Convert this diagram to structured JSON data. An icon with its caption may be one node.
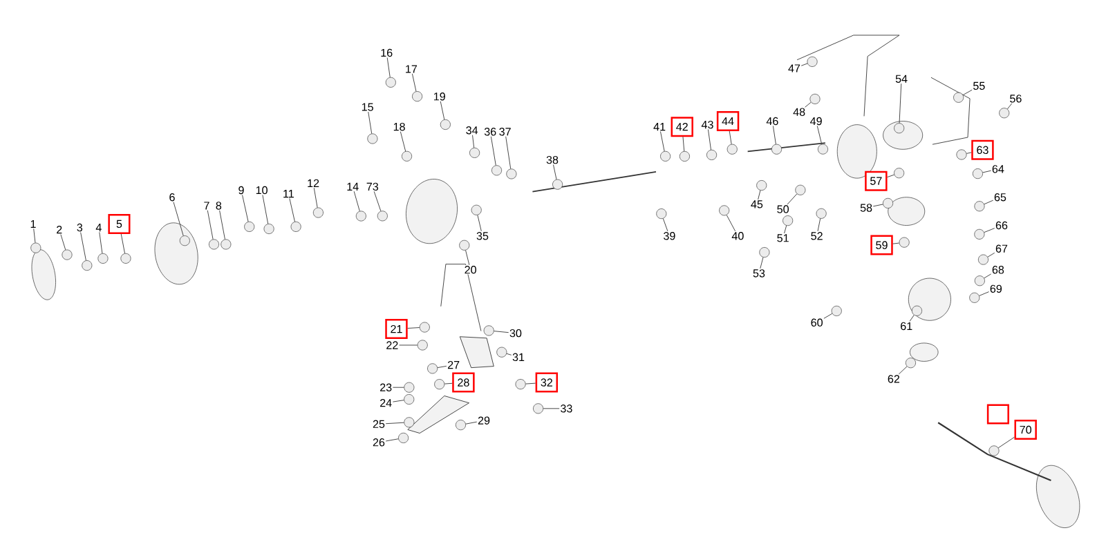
{
  "diagram": {
    "nodes": [
      {
        "text": [
          "1"
        ]
      },
      {
        "text": [
          "2"
        ]
      },
      {
        "text": [
          "3"
        ]
      },
      {
        "text": [
          "4"
        ]
      },
      {
        "text": [
          "5"
        ]
      },
      {
        "text": [
          "6"
        ]
      },
      {
        "text": [
          "7"
        ]
      },
      {
        "text": [
          "8"
        ]
      },
      {
        "text": [
          "9"
        ]
      },
      {
        "text": [
          "10"
        ]
      },
      {
        "text": [
          "11"
        ]
      },
      {
        "text": [
          "12"
        ]
      },
      {
        "text": [
          "14"
        ]
      },
      {
        "text": [
          "73"
        ]
      },
      {
        "text": [
          "15"
        ]
      },
      {
        "text": [
          "16"
        ]
      },
      {
        "text": [
          "17"
        ]
      },
      {
        "text": [
          "18"
        ]
      },
      {
        "text": [
          "19"
        ]
      },
      {
        "text": [
          "34"
        ]
      },
      {
        "text": [
          "36"
        ]
      },
      {
        "text": [
          "37"
        ]
      },
      {
        "text": [
          "38"
        ]
      },
      {
        "text": [
          "35"
        ]
      },
      {
        "text": [
          "20"
        ]
      },
      {
        "text": [
          "41"
        ]
      },
      {
        "text": [
          "42"
        ]
      },
      {
        "text": [
          "43"
        ]
      },
      {
        "text": [
          "44"
        ]
      },
      {
        "text": [
          "46"
        ]
      },
      {
        "text": [
          "47"
        ]
      },
      {
        "text": [
          "48"
        ]
      },
      {
        "text": [
          "49"
        ]
      },
      {
        "text": [
          "54"
        ]
      },
      {
        "text": [
          "55"
        ]
      },
      {
        "text": [
          "56"
        ]
      },
      {
        "text": [
          "63"
        ]
      },
      {
        "text": [
          "64"
        ]
      },
      {
        "text": [
          "57"
        ]
      },
      {
        "text": [
          "58"
        ]
      },
      {
        "text": [
          "59"
        ]
      },
      {
        "text": [
          "65"
        ]
      },
      {
        "text": [
          "66"
        ]
      },
      {
        "text": [
          "67"
        ]
      },
      {
        "text": [
          "68"
        ]
      },
      {
        "text": [
          "69"
        ]
      },
      {
        "text": [
          "45"
        ]
      },
      {
        "text": [
          "50"
        ]
      },
      {
        "text": [
          "51"
        ]
      },
      {
        "text": [
          "52"
        ]
      },
      {
        "text": [
          "53"
        ]
      },
      {
        "text": [
          "39"
        ]
      },
      {
        "text": [
          "40"
        ]
      },
      {
        "text": [
          "60"
        ]
      },
      {
        "text": [
          "61"
        ]
      },
      {
        "text": [
          "62"
        ]
      },
      {
        "text": [
          "70"
        ]
      },
      {
        "text": [
          "21"
        ]
      },
      {
        "text": [
          "22"
        ]
      },
      {
        "text": [
          "23"
        ]
      },
      {
        "text": [
          "24"
        ]
      },
      {
        "text": [
          "25"
        ]
      },
      {
        "text": [
          "26"
        ]
      },
      {
        "text": [
          "27"
        ]
      },
      {
        "text": [
          "28"
        ]
      },
      {
        "text": [
          "29"
        ]
      },
      {
        "text": [
          "30"
        ]
      },
      {
        "text": [
          "31"
        ]
      },
      {
        "text": [
          "32"
        ]
      },
      {
        "text": [
          "33"
        ]
      },
      {
        "text": [],
        "shape": "box"
      },
      {
        "text": [],
        "shape": "circle"
      },
      {
        "text": [],
        "shape": "circle"
      },
      {
        "text": [],
        "shape": "circle"
      },
      {
        "text": [],
        "shape": "circle"
      },
      {
        "text": [],
        "shape": "circle"
      },
      {
        "text": [],
        "shape": "circle"
      },
      {
        "text": [],
        "shape": "circle"
      },
      {
        "text": [],
        "shape": "circle"
      },
      {
        "text": [],
        "shape": "circle"
      },
      {
        "text": [],
        "shape": "circle"
      },
      {
        "text": [],
        "shape": "circle"
      },
      {
        "text": [],
        "shape": "circle"
      },
      {
        "text": [],
        "shape": "circle"
      },
      {
        "text": [],
        "shape": "circle"
      },
      {
        "text": [],
        "shape": "circle"
      },
      {
        "text": [],
        "shape": "circle"
      },
      {
        "text": [],
        "shape": "circle"
      },
      {
        "text": [],
        "shape": "circle"
      },
      {
        "text": [],
        "shape": "circle"
      },
      {
        "text": [],
        "shape": "circle"
      },
      {
        "text": [],
        "shape": "circle"
      },
      {
        "text": [],
        "shape": "circle"
      },
      {
        "text": [],
        "shape": "circle"
      },
      {
        "text": [],
        "shape": "circle"
      },
      {
        "text": [],
        "shape": "circle"
      },
      {
        "text": [],
        "shape": "circle"
      },
      {
        "text": [],
        "shape": "circle"
      },
      {
        "text": [],
        "shape": "circle"
      },
      {
        "text": [],
        "shape": "circle"
      },
      {
        "text": [],
        "shape": "circle"
      },
      {
        "text": [],
        "shape": "circle"
      },
      {
        "text": [],
        "shape": "circle"
      },
      {
        "text": [],
        "shape": "circle"
      },
      {
        "text": [],
        "shape": "circle"
      },
      {
        "text": [],
        "shape": "circle"
      },
      {
        "text": [],
        "shape": "circle"
      },
      {
        "text": [],
        "shape": "circle"
      },
      {
        "text": [],
        "shape": "circle"
      },
      {
        "text": [],
        "shape": "circle"
      },
      {
        "text": [],
        "shape": "circle"
      },
      {
        "text": [],
        "shape": "circle"
      },
      {
        "text": [],
        "shape": "circle"
      },
      {
        "text": [],
        "shape": "circle"
      },
      {
        "text": [],
        "shape": "circle"
      },
      {
        "text": [],
        "shape": "circle"
      },
      {
        "text": [],
        "shape": "circle"
      },
      {
        "text": [],
        "shape": "circle"
      },
      {
        "text": [],
        "shape": "circle"
      },
      {
        "text": [],
        "shape": "circle"
      },
      {
        "text": [],
        "shape": "circle"
      },
      {
        "text": [],
        "shape": "circle"
      },
      {
        "text": [],
        "shape": "circle"
      },
      {
        "text": [],
        "shape": "circle"
      },
      {
        "text": [],
        "shape": "circle"
      },
      {
        "text": [],
        "shape": "circle"
      },
      {
        "text": [],
        "shape": "circle"
      },
      {
        "text": [],
        "shape": "circle"
      },
      {
        "text": [],
        "shape": "circle"
      },
      {
        "text": [],
        "shape": "circle"
      },
      {
        "text": [],
        "shape": "circle"
      },
      {
        "text": [],
        "shape": "circle"
      },
      {
        "text": [],
        "shape": "circle"
      },
      {
        "text": [],
        "shape": "circle"
      },
      {
        "text": [],
        "shape": "circle"
      },
      {
        "text": [],
        "shape": "circle"
      },
      {
        "text": [],
        "shape": "circle"
      },
      {
        "text": [],
        "shape": "circle"
      },
      {
        "text": [],
        "shape": "circle"
      },
      {
        "text": [],
        "shape": "circle"
      },
      {
        "text": [],
        "shape": "circle"
      }
    ],
    "edges": [
      {
        "from": 0,
        "to": 71,
        "arrow": "none"
      },
      {
        "from": 1,
        "to": 72,
        "arrow": "none"
      },
      {
        "from": 2,
        "to": 73,
        "arrow": "none"
      },
      {
        "from": 3,
        "to": 74,
        "arrow": "none"
      },
      {
        "from": 4,
        "to": 75,
        "arrow": "none"
      },
      {
        "from": 5,
        "to": 76,
        "arrow": "none"
      },
      {
        "from": 6,
        "to": 77,
        "arrow": "none"
      },
      {
        "from": 7,
        "to": 78,
        "arrow": "none"
      },
      {
        "from": 8,
        "to": 79,
        "arrow": "none"
      },
      {
        "from": 9,
        "to": 80,
        "arrow": "none"
      },
      {
        "from": 10,
        "to": 81,
        "arrow": "none"
      },
      {
        "from": 11,
        "to": 82,
        "arrow": "none"
      },
      {
        "from": 12,
        "to": 83,
        "arrow": "none"
      },
      {
        "from": 13,
        "to": 84,
        "arrow": "none"
      },
      {
        "from": 14,
        "to": 85,
        "arrow": "none"
      },
      {
        "from": 15,
        "to": 86,
        "arrow": "none"
      },
      {
        "from": 16,
        "to": 87,
        "arrow": "none"
      },
      {
        "from": 17,
        "to": 88,
        "arrow": "none"
      },
      {
        "from": 18,
        "to": 89,
        "arrow": "none"
      },
      {
        "from": 19,
        "to": 90,
        "arrow": "none"
      },
      {
        "from": 20,
        "to": 91,
        "arrow": "none"
      },
      {
        "from": 21,
        "to": 92,
        "arrow": "none"
      },
      {
        "from": 22,
        "to": 93,
        "arrow": "none"
      },
      {
        "from": 23,
        "to": 94,
        "arrow": "none"
      },
      {
        "from": 24,
        "to": 95,
        "arrow": "none"
      },
      {
        "from": 25,
        "to": 96,
        "arrow": "none"
      },
      {
        "from": 26,
        "to": 97,
        "arrow": "none"
      },
      {
        "from": 27,
        "to": 98,
        "arrow": "none"
      },
      {
        "from": 28,
        "to": 99,
        "arrow": "none"
      },
      {
        "from": 29,
        "to": 100,
        "arrow": "none"
      },
      {
        "from": 30,
        "to": 101,
        "arrow": "none"
      },
      {
        "from": 31,
        "to": 102,
        "arrow": "none"
      },
      {
        "from": 32,
        "to": 103,
        "arrow": "none"
      },
      {
        "from": 33,
        "to": 104,
        "arrow": "none"
      },
      {
        "from": 34,
        "to": 105,
        "arrow": "none"
      },
      {
        "from": 35,
        "to": 106,
        "arrow": "none"
      },
      {
        "from": 36,
        "to": 107,
        "arrow": "none"
      },
      {
        "from": 37,
        "to": 108,
        "arrow": "none"
      },
      {
        "from": 38,
        "to": 109,
        "arrow": "none"
      },
      {
        "from": 39,
        "to": 110,
        "arrow": "none"
      },
      {
        "from": 40,
        "to": 111,
        "arrow": "none"
      },
      {
        "from": 41,
        "to": 112,
        "arrow": "none"
      },
      {
        "from": 42,
        "to": 113,
        "arrow": "none"
      },
      {
        "from": 43,
        "to": 114,
        "arrow": "none"
      },
      {
        "from": 44,
        "to": 115,
        "arrow": "none"
      },
      {
        "from": 45,
        "to": 116,
        "arrow": "none"
      },
      {
        "from": 46,
        "to": 117,
        "arrow": "none"
      },
      {
        "from": 47,
        "to": 118,
        "arrow": "none"
      },
      {
        "from": 48,
        "to": 119,
        "arrow": "none"
      },
      {
        "from": 49,
        "to": 120,
        "arrow": "none"
      },
      {
        "from": 50,
        "to": 121,
        "arrow": "none"
      },
      {
        "from": 51,
        "to": 122,
        "arrow": "none"
      },
      {
        "from": 52,
        "to": 123,
        "arrow": "none"
      },
      {
        "from": 53,
        "to": 124,
        "arrow": "none"
      },
      {
        "from": 54,
        "to": 125,
        "arrow": "none"
      },
      {
        "from": 55,
        "to": 126,
        "arrow": "none"
      },
      {
        "from": 56,
        "to": 127,
        "arrow": "none"
      },
      {
        "from": 57,
        "to": 128,
        "arrow": "none"
      },
      {
        "from": 58,
        "to": 129,
        "arrow": "none"
      },
      {
        "from": 59,
        "to": 130,
        "arrow": "none"
      },
      {
        "from": 60,
        "to": 131,
        "arrow": "none"
      },
      {
        "from": 61,
        "to": 132,
        "arrow": "none"
      },
      {
        "from": 62,
        "to": 133,
        "arrow": "none"
      },
      {
        "from": 63,
        "to": 134,
        "arrow": "none"
      },
      {
        "from": 64,
        "to": 135,
        "arrow": "none"
      },
      {
        "from": 65,
        "to": 136,
        "arrow": "none"
      },
      {
        "from": 66,
        "to": 137,
        "arrow": "none"
      },
      {
        "from": 67,
        "to": 138,
        "arrow": "none"
      },
      {
        "from": 68,
        "to": 139,
        "arrow": "none"
      },
      {
        "from": 69,
        "to": 140,
        "arrow": "none"
      }
    ]
  }
}
